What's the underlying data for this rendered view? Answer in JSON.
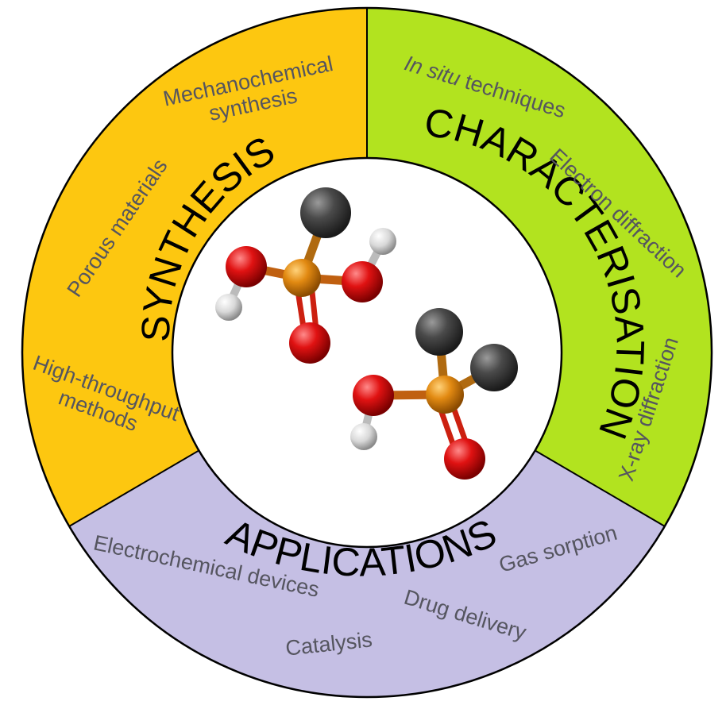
{
  "colors": {
    "synthesis": "#fdc710",
    "characterisation": "#b2e31f",
    "applications": "#c5bfe4",
    "center": "#ffffff",
    "outline": "#000000",
    "main_text": "#000000",
    "sub_text": "#55555f",
    "carbon": "#444444",
    "phosphorus": "#e08a10",
    "oxygen": "#e01010",
    "hydrogen": "#dddddd"
  },
  "sections": {
    "synthesis": {
      "title": "SYNTHESIS",
      "items": {
        "mechanochemical_line1": "Mechanochemical",
        "mechanochemical_line2": "synthesis",
        "porous": "Porous materials",
        "high_throughput_line1": "High-throughput",
        "high_throughput_line2": "methods"
      }
    },
    "characterisation": {
      "title": "CHARACTERISATION",
      "items": {
        "in_situ_italic": "In situ",
        "in_situ_rest": " techniques",
        "electron": "Electron diffraction",
        "xray": "X-ray diffraction"
      }
    },
    "applications": {
      "title": "APPLICATIONS",
      "items": {
        "electrochemical": "Electrochemical devices",
        "catalysis": "Catalysis",
        "drug": "Drug delivery",
        "gas": "Gas sorption"
      }
    }
  },
  "molecules": [
    {
      "name": "molecule-1",
      "atoms": [
        "carbon",
        "phosphorus",
        "oxygen",
        "oxygen",
        "oxygen",
        "hydrogen",
        "hydrogen"
      ]
    },
    {
      "name": "molecule-2",
      "atoms": [
        "carbon",
        "carbon",
        "phosphorus",
        "oxygen",
        "oxygen",
        "hydrogen"
      ]
    }
  ]
}
